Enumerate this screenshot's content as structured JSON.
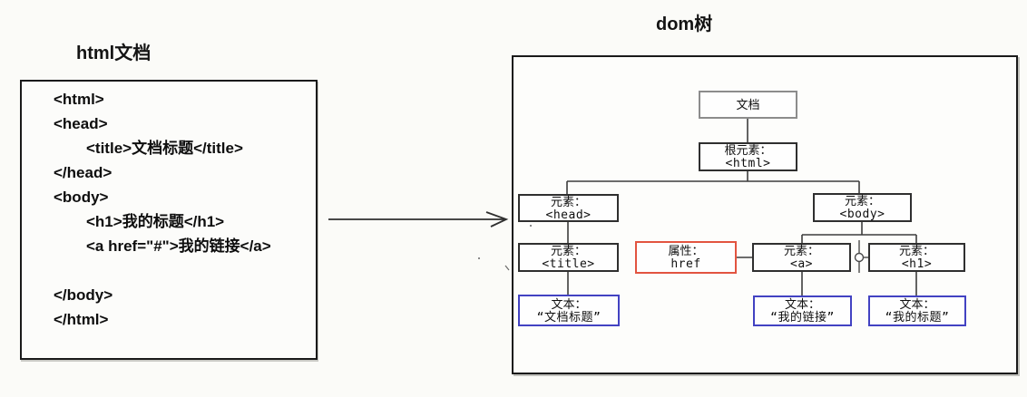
{
  "titles": {
    "left": "html文档",
    "right": "dom树"
  },
  "code": {
    "lines": [
      "<html>",
      "<head>",
      "<title>文档标题</title>",
      "</head>",
      "<body>",
      "<h1>我的标题</h1>",
      "<a href=\"#\">我的链接</a>",
      "",
      "</body>",
      "</html>"
    ]
  },
  "tree": {
    "nodes": {
      "document": {
        "line1": "文档"
      },
      "root": {
        "line1": "根元素：",
        "line2": "<html>"
      },
      "head": {
        "line1": "元素：",
        "line2": "<head>"
      },
      "body": {
        "line1": "元素：",
        "line2": "<body>"
      },
      "title": {
        "line1": "元素：",
        "line2": "<title>"
      },
      "attr_href": {
        "line1": "属性：",
        "line2": "href"
      },
      "a": {
        "line1": "元素：",
        "line2": "<a>"
      },
      "h1": {
        "line1": "元素：",
        "line2": "<h1>"
      },
      "text_doc_title": {
        "line1": "文本：",
        "line2": "“文档标题”"
      },
      "text_my_link": {
        "line1": "文本：",
        "line2": "“我的链接”"
      },
      "text_my_title": {
        "line1": "文本：",
        "line2": "“我的标题”"
      }
    },
    "colors": {
      "document_border": "#8c8c8c",
      "element_border": "#2f2f2f",
      "attribute_border": "#e25440",
      "text_border": "#4242c2",
      "connector": "#3d3d3d"
    }
  }
}
